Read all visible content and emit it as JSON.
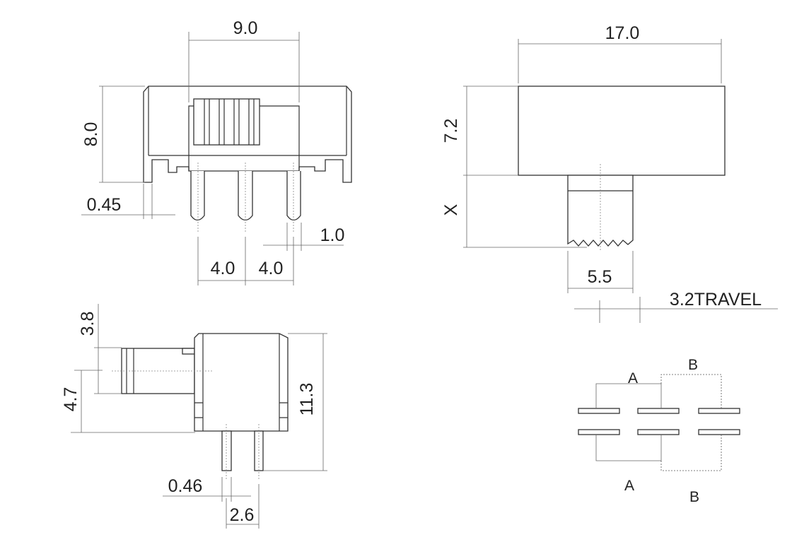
{
  "front_view": {
    "width": "9.0",
    "height": "8.0",
    "flange": "0.45",
    "pin_width": "1.0",
    "pitch_left": "4.0",
    "pitch_right": "4.0"
  },
  "top_view": {
    "length": "17.0",
    "height": "7.2",
    "actuator_length": "X",
    "actuator_width": "5.5",
    "travel": "3.2TRAVEL"
  },
  "side_view": {
    "actuator_height": "3.8",
    "actuator_offset": "4.7",
    "total_height": "11.3",
    "pin_thickness": "0.46",
    "pin_spacing": "2.6"
  },
  "schematic": {
    "top_left": "A",
    "top_right": "B",
    "bottom_left": "A",
    "bottom_right": "B"
  }
}
